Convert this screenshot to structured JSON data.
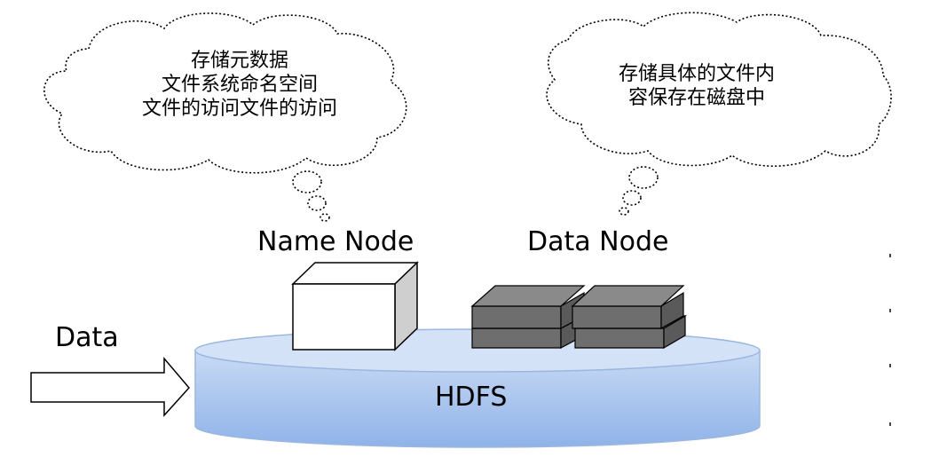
{
  "diagram": {
    "name_node_bubble": {
      "lines": [
        "存储元数据",
        "文件系统命名空间",
        "文件的访问文件的访问"
      ]
    },
    "data_node_bubble": {
      "lines": [
        "存储具体的文件内",
        "容保存在磁盘中"
      ]
    },
    "name_node_label": "Name Node",
    "data_node_label": "Data Node",
    "input_label": "Data",
    "storage_label": "HDFS",
    "colors": {
      "hdfs_fill_top": "#c9daf5",
      "hdfs_fill_bottom": "#8fb3e8",
      "hdfs_stroke": "#9bb7e0",
      "name_node_fill": "#ffffff",
      "name_node_side": "#cfcfcf",
      "data_node_fill": "#6e6e6e",
      "data_node_top": "#8a8a8a",
      "bubble_stroke": "#000000"
    }
  }
}
